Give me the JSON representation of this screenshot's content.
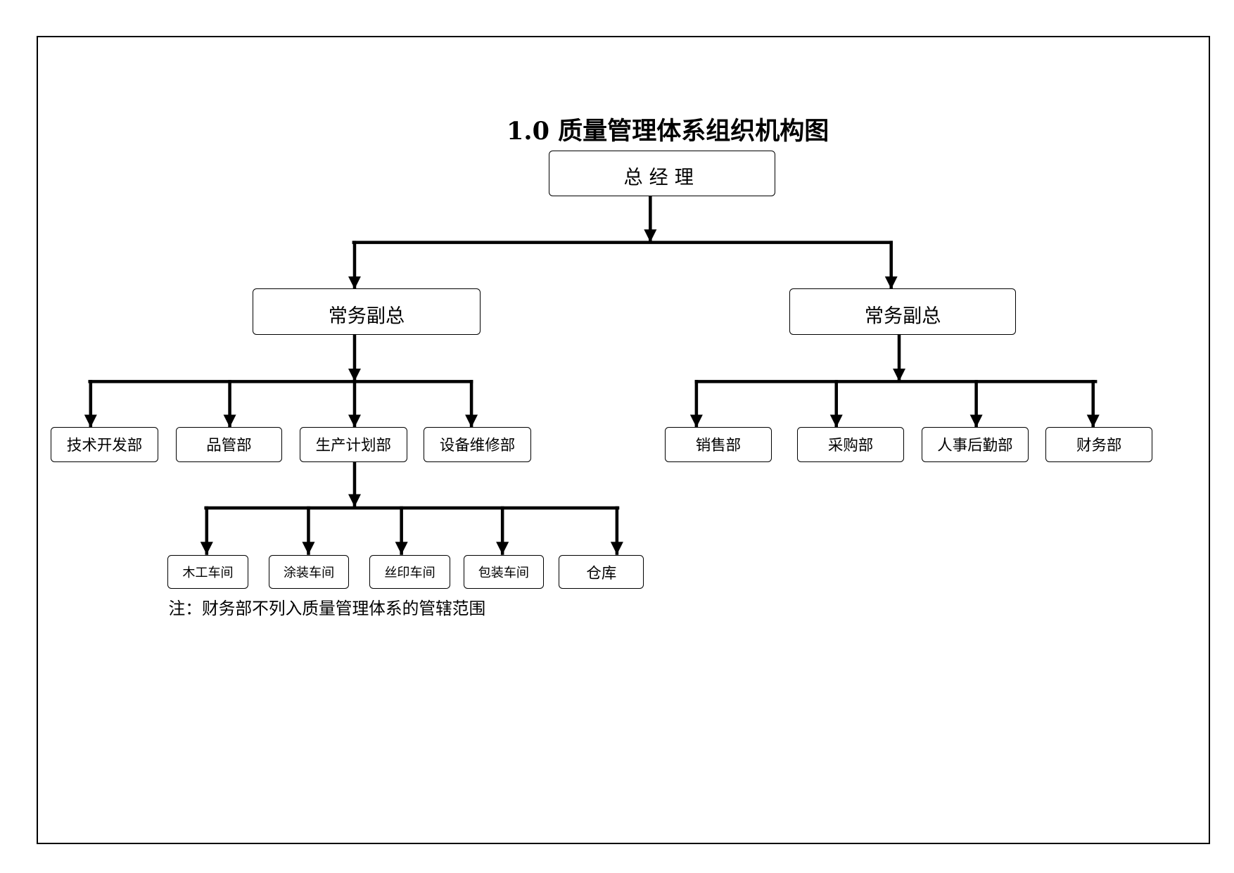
{
  "title": "1.0 质量管理体系组织机构图",
  "org": {
    "top": "总经理",
    "vp_left": "常务副总",
    "vp_right": "常务副总",
    "left_depts": [
      "技术开发部",
      "品管部",
      "生产计划部",
      "设备维修部"
    ],
    "right_depts": [
      "销售部",
      "采购部",
      "人事后勤部",
      "财务部"
    ],
    "workshops": [
      "木工车间",
      "涂装车间",
      "丝印车间",
      "包装车间",
      "仓库"
    ]
  },
  "note": "注：财务部不列入质量管理体系的管辖范围"
}
